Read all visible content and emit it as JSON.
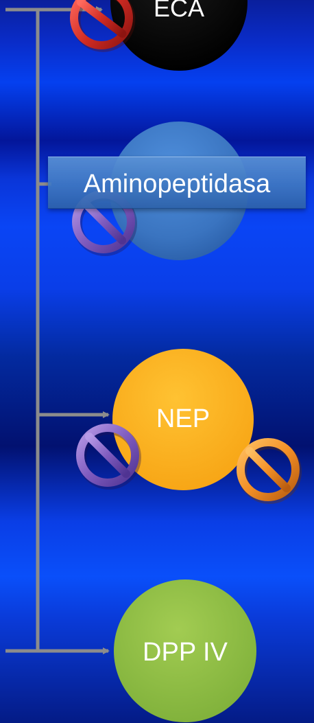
{
  "nodes": {
    "eca": {
      "label": "ECA",
      "color": "#000000"
    },
    "aminopeptidasa": {
      "label": "Aminopeptidasa",
      "color": "#3a78c4"
    },
    "nep": {
      "label": "NEP",
      "color": "#fcb01c"
    },
    "dpp4": {
      "label": "DPP IV",
      "color": "#8dbb43"
    }
  },
  "connector_color": "#8c8c8c",
  "inhibitor_icons": [
    {
      "name": "prohibited-icon-red",
      "color": "#d9302b"
    },
    {
      "name": "prohibited-icon-purple",
      "color": "#8f6bc9"
    },
    {
      "name": "prohibited-icon-orange",
      "color": "#f59a2c"
    }
  ]
}
